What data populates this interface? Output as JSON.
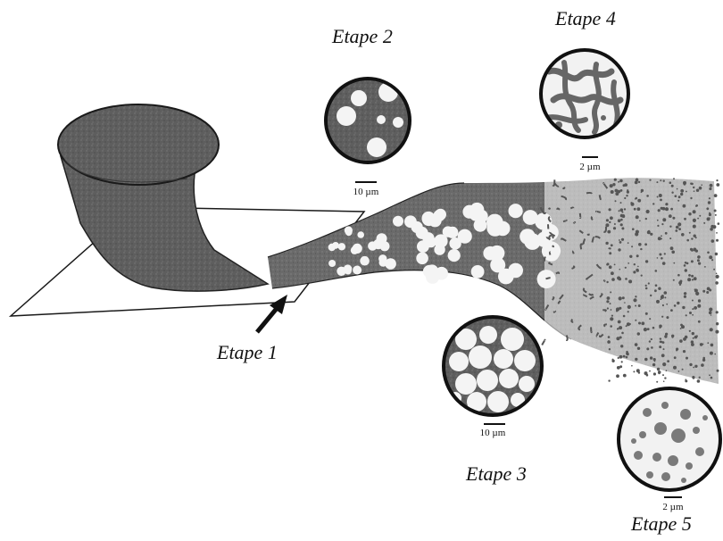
{
  "labels": {
    "step1": "Etape 1",
    "step2": "Etape 2",
    "step3": "Etape 3",
    "step4": "Etape 4",
    "step5": "Etape 5"
  },
  "scale_bars": {
    "step2": "10 µm",
    "step3": "10 µm",
    "step4": "2 µm",
    "step5": "2 µm"
  },
  "colors": {
    "ink": "#1a1a1a",
    "polymer": "#5d5d5d",
    "polymer_dark": "#3e3e3e",
    "sheet": "#ffffff",
    "droplet": "#f4f4f4"
  }
}
